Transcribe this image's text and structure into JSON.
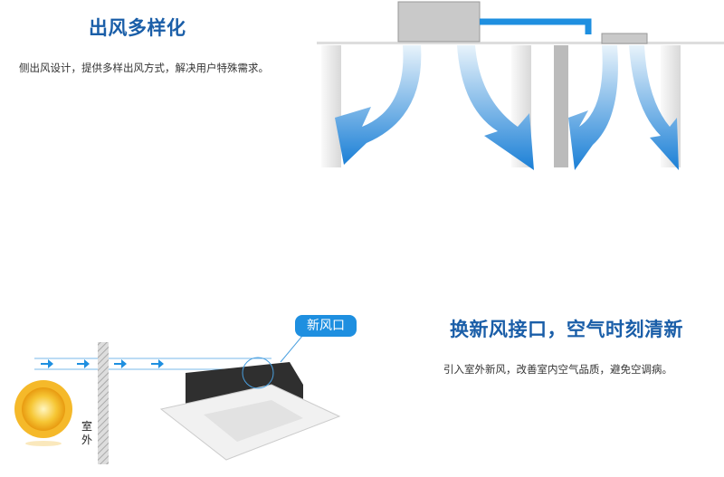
{
  "section1": {
    "title": "出风多样化",
    "description": "侧出风设计，提供多样出风方式，解决用户特殊需求。"
  },
  "section2": {
    "title": "换新风接口，空气时刻清新",
    "description": "引入室外新风，改善室内空气品质，避免空调病。",
    "callout_label": "新风口",
    "outdoor_label": "室外"
  },
  "colors": {
    "accent": "#1a5ea8",
    "arrow": "#1e8fe0"
  }
}
